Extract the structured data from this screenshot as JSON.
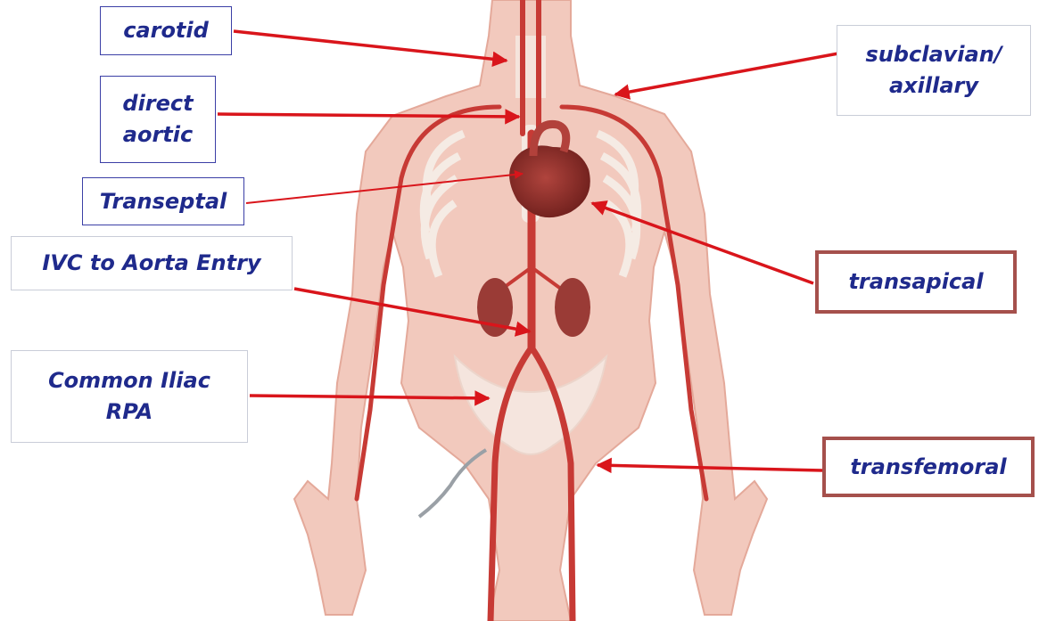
{
  "labels": {
    "carotid": "carotid",
    "subclavian_line1": "subclavian/",
    "subclavian_line2": "axillary",
    "direct_aortic_line1": "direct",
    "direct_aortic_line2": "aortic",
    "transeptal": "Transeptal",
    "transapical": "transapical",
    "ivc_to_aorta": "IVC to Aorta Entry",
    "common_iliac_line1": "Common Iliac",
    "common_iliac_line2": "RPA",
    "transfemoral": "transfemoral"
  },
  "colors": {
    "label_text": "#1f2a8c",
    "thin_border": "#3b3fa6",
    "thick_border": "#a5504c",
    "arrow": "#d9151b",
    "skin": "#f2c9bd",
    "artery": "#c73a35",
    "heart": "#8e2e2a",
    "kidney": "#9a3b36",
    "bone": "#f3ece6"
  }
}
